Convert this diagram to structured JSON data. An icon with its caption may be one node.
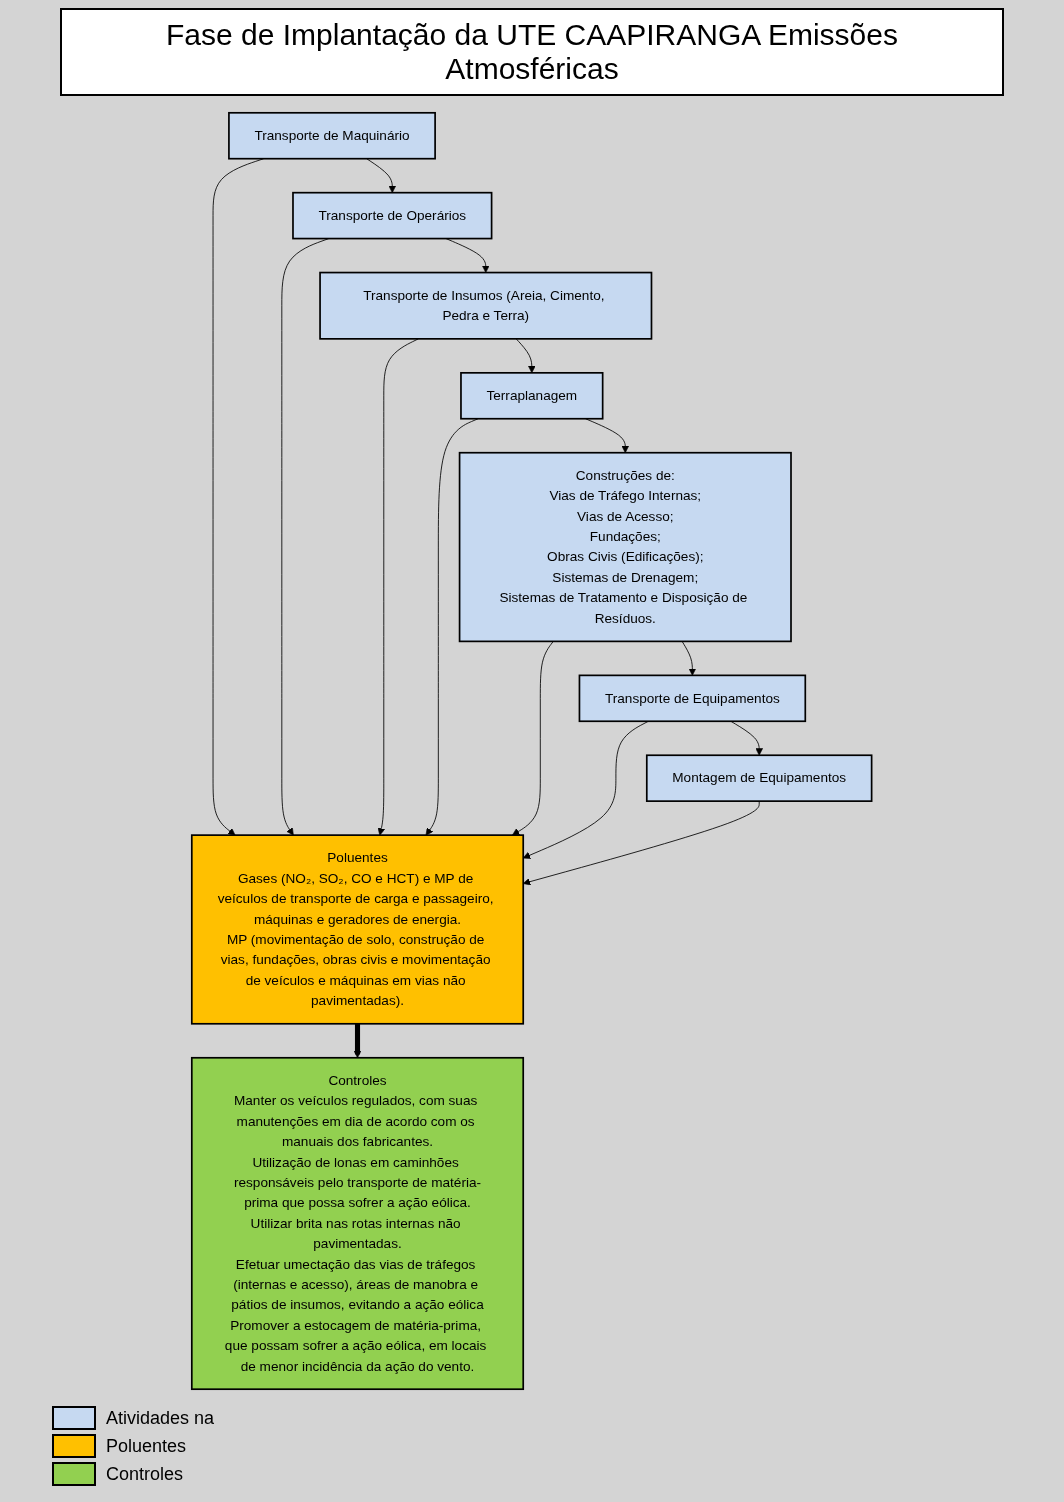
{
  "diagram": {
    "title": "Fase de Implantação da UTE CAAPIRANGA Emissões Atmosféricas",
    "nodes": [
      {
        "text": [
          "Transporte de Maquinário"
        ]
      },
      {
        "text": [
          "Transporte de Operários"
        ]
      },
      {
        "text": [
          "Transporte de Insumos (Areia, Cimento, Pedra e Terra)"
        ]
      },
      {
        "text": [
          "Terraplanagem"
        ]
      },
      {
        "text": [
          "Construções de:",
          "Vias de Tráfego Internas;",
          "Vias de Acesso;",
          "Fundações;",
          "Obras Civis (Edificações);",
          "Sistemas de Drenagem;",
          "Sistemas de Tratamento e Disposição de Resíduos."
        ]
      },
      {
        "text": [
          "Transporte de Equipamentos"
        ]
      },
      {
        "text": [
          "Montagem de Equipamentos"
        ]
      },
      {
        "text": [
          "Poluentes",
          "Gases (NO₂, SO₂, CO e HCT) e MP de veículos de transporte de carga e passageiro, máquinas e geradores de energia.",
          "MP (movimentação de solo, construção de vias, fundações, obras civis e movimentação de veículos e máquinas em vias não pavimentadas)."
        ]
      },
      {
        "text": [
          "Controles",
          "Manter os veículos regulados, com suas manutenções em dia de acordo com os manuais dos fabricantes.",
          "Utilização de lonas em caminhões responsáveis pelo transporte de matéria-prima que possa sofrer a ação eólica.",
          "Utilizar brita nas rotas internas não pavimentadas.",
          "Efetuar umectação das vias de tráfegos (internas e acesso), áreas de manobra e pátios de insumos, evitando a ação eólica",
          "Promover a estocagem de matéria-prima, que possam sofrer a ação eólica, em locais de menor incidência da ação do vento."
        ]
      }
    ],
    "edges": [
      {
        "from": 0,
        "to": 1,
        "arrow": "to"
      },
      {
        "from": 1,
        "to": 2,
        "arrow": "to"
      },
      {
        "from": 2,
        "to": 3,
        "arrow": "to"
      },
      {
        "from": 3,
        "to": 4,
        "arrow": "to"
      },
      {
        "from": 4,
        "to": 5,
        "arrow": "to"
      },
      {
        "from": 5,
        "to": 6,
        "arrow": "to"
      },
      {
        "from": 0,
        "to": 7,
        "arrow": "to"
      },
      {
        "from": 1,
        "to": 7,
        "arrow": "to"
      },
      {
        "from": 2,
        "to": 7,
        "arrow": "to"
      },
      {
        "from": 3,
        "to": 7,
        "arrow": "to"
      },
      {
        "from": 4,
        "to": 7,
        "arrow": "to"
      },
      {
        "from": 5,
        "to": 7,
        "arrow": "to"
      },
      {
        "from": 6,
        "to": 7,
        "arrow": "to"
      },
      {
        "from": 7,
        "to": 8,
        "arrow": "to",
        "style": "thick"
      }
    ],
    "legend": [
      {
        "text": "Atividades na",
        "color": "#c6d9f1"
      },
      {
        "text": "Poluentes",
        "color": "#ffc000"
      },
      {
        "text": "Controles",
        "color": "#92d050"
      }
    ]
  }
}
